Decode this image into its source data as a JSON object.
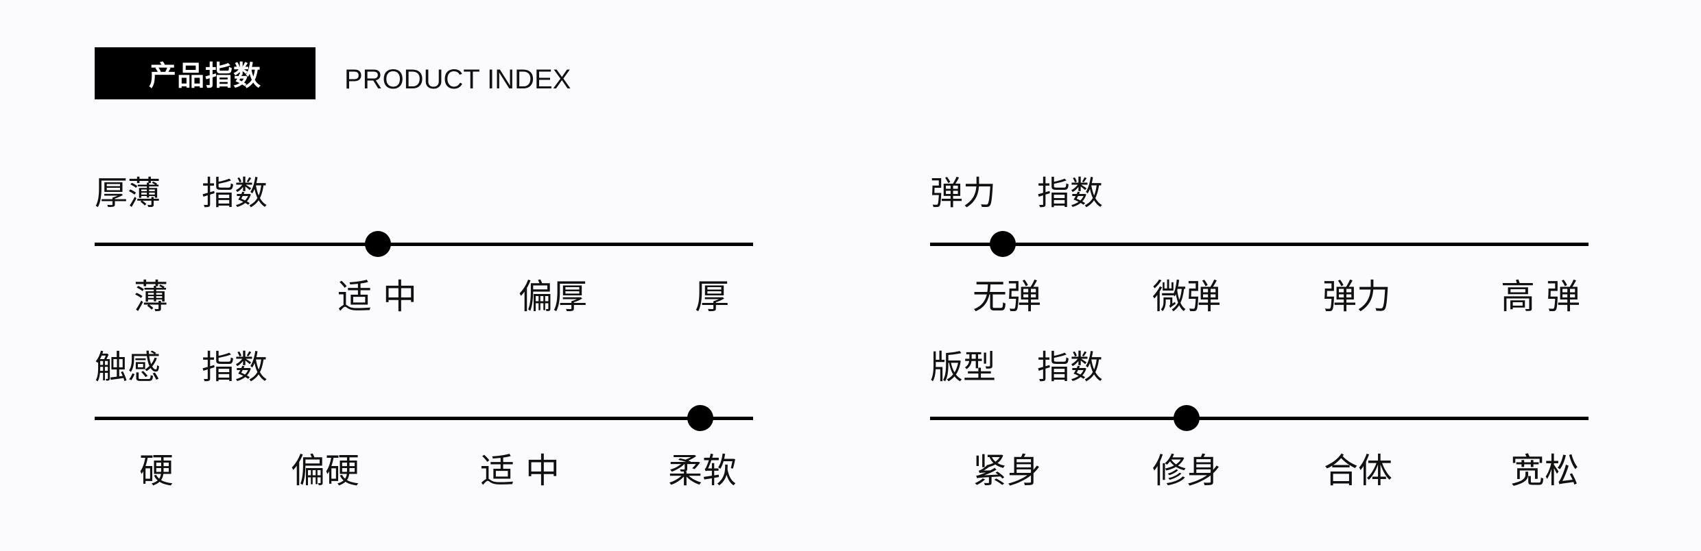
{
  "header": {
    "badge": "产品指数",
    "subtitle": "PRODUCT INDEX"
  },
  "sections": [
    {
      "name": "厚薄",
      "suffix": "指数",
      "labels": [
        "薄",
        "适 中",
        "偏厚",
        "厚"
      ],
      "selected_index": 1,
      "level": 0.43
    },
    {
      "name": "弹力",
      "suffix": "指数",
      "labels": [
        "无弹",
        "微弹",
        "弹力",
        "高 弹"
      ],
      "selected_index": 0,
      "level": 0.11
    },
    {
      "name": "触感",
      "suffix": "指数",
      "labels": [
        "硬",
        "偏硬",
        "适 中",
        "柔软"
      ],
      "selected_index": 3,
      "level": 0.92
    },
    {
      "name": "版型",
      "suffix": "指数",
      "labels": [
        "紧身",
        "修身",
        "合体",
        "宽松"
      ],
      "selected_index": 1,
      "level": 0.39
    }
  ]
}
